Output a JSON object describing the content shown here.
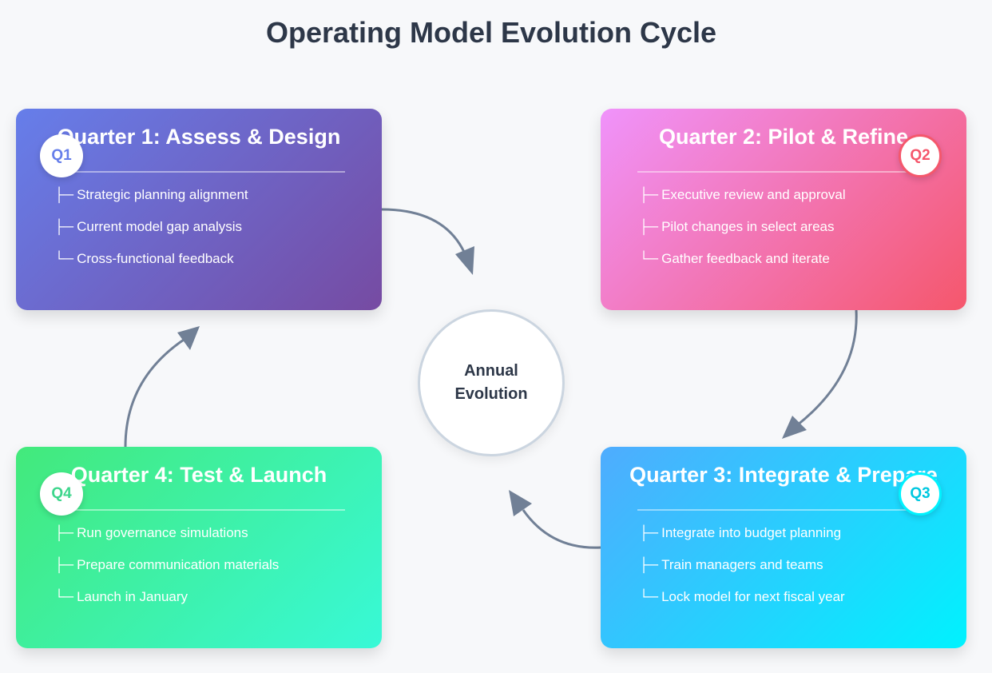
{
  "title": "Operating Model Evolution Cycle",
  "center": {
    "line1": "Annual",
    "line2": "Evolution"
  },
  "colors": {
    "q1": "#667eea",
    "q2": "#f5576c",
    "q3": "#00f2fe",
    "q4": "#43e97b",
    "arrow": "#718096"
  },
  "quarters": [
    {
      "badge": "Q1",
      "heading": "Quarter 1: Assess & Design",
      "items": [
        {
          "prefix": "├─",
          "text": "Strategic planning alignment"
        },
        {
          "prefix": "├─",
          "text": "Current model gap analysis"
        },
        {
          "prefix": "└─",
          "text": "Cross-functional feedback"
        }
      ]
    },
    {
      "badge": "Q2",
      "heading": "Quarter 2: Pilot & Refine",
      "items": [
        {
          "prefix": "├─",
          "text": "Executive review and approval"
        },
        {
          "prefix": "├─",
          "text": "Pilot changes in select areas"
        },
        {
          "prefix": "└─",
          "text": "Gather feedback and iterate"
        }
      ]
    },
    {
      "badge": "Q3",
      "heading": "Quarter 3: Integrate & Prepare",
      "items": [
        {
          "prefix": "├─",
          "text": "Integrate into budget planning"
        },
        {
          "prefix": "├─",
          "text": "Train managers and teams"
        },
        {
          "prefix": "└─",
          "text": "Lock model for next fiscal year"
        }
      ]
    },
    {
      "badge": "Q4",
      "heading": "Quarter 4: Test & Launch",
      "items": [
        {
          "prefix": "├─",
          "text": "Run governance simulations"
        },
        {
          "prefix": "├─",
          "text": "Prepare communication materials"
        },
        {
          "prefix": "└─",
          "text": "Launch in January"
        }
      ]
    }
  ]
}
